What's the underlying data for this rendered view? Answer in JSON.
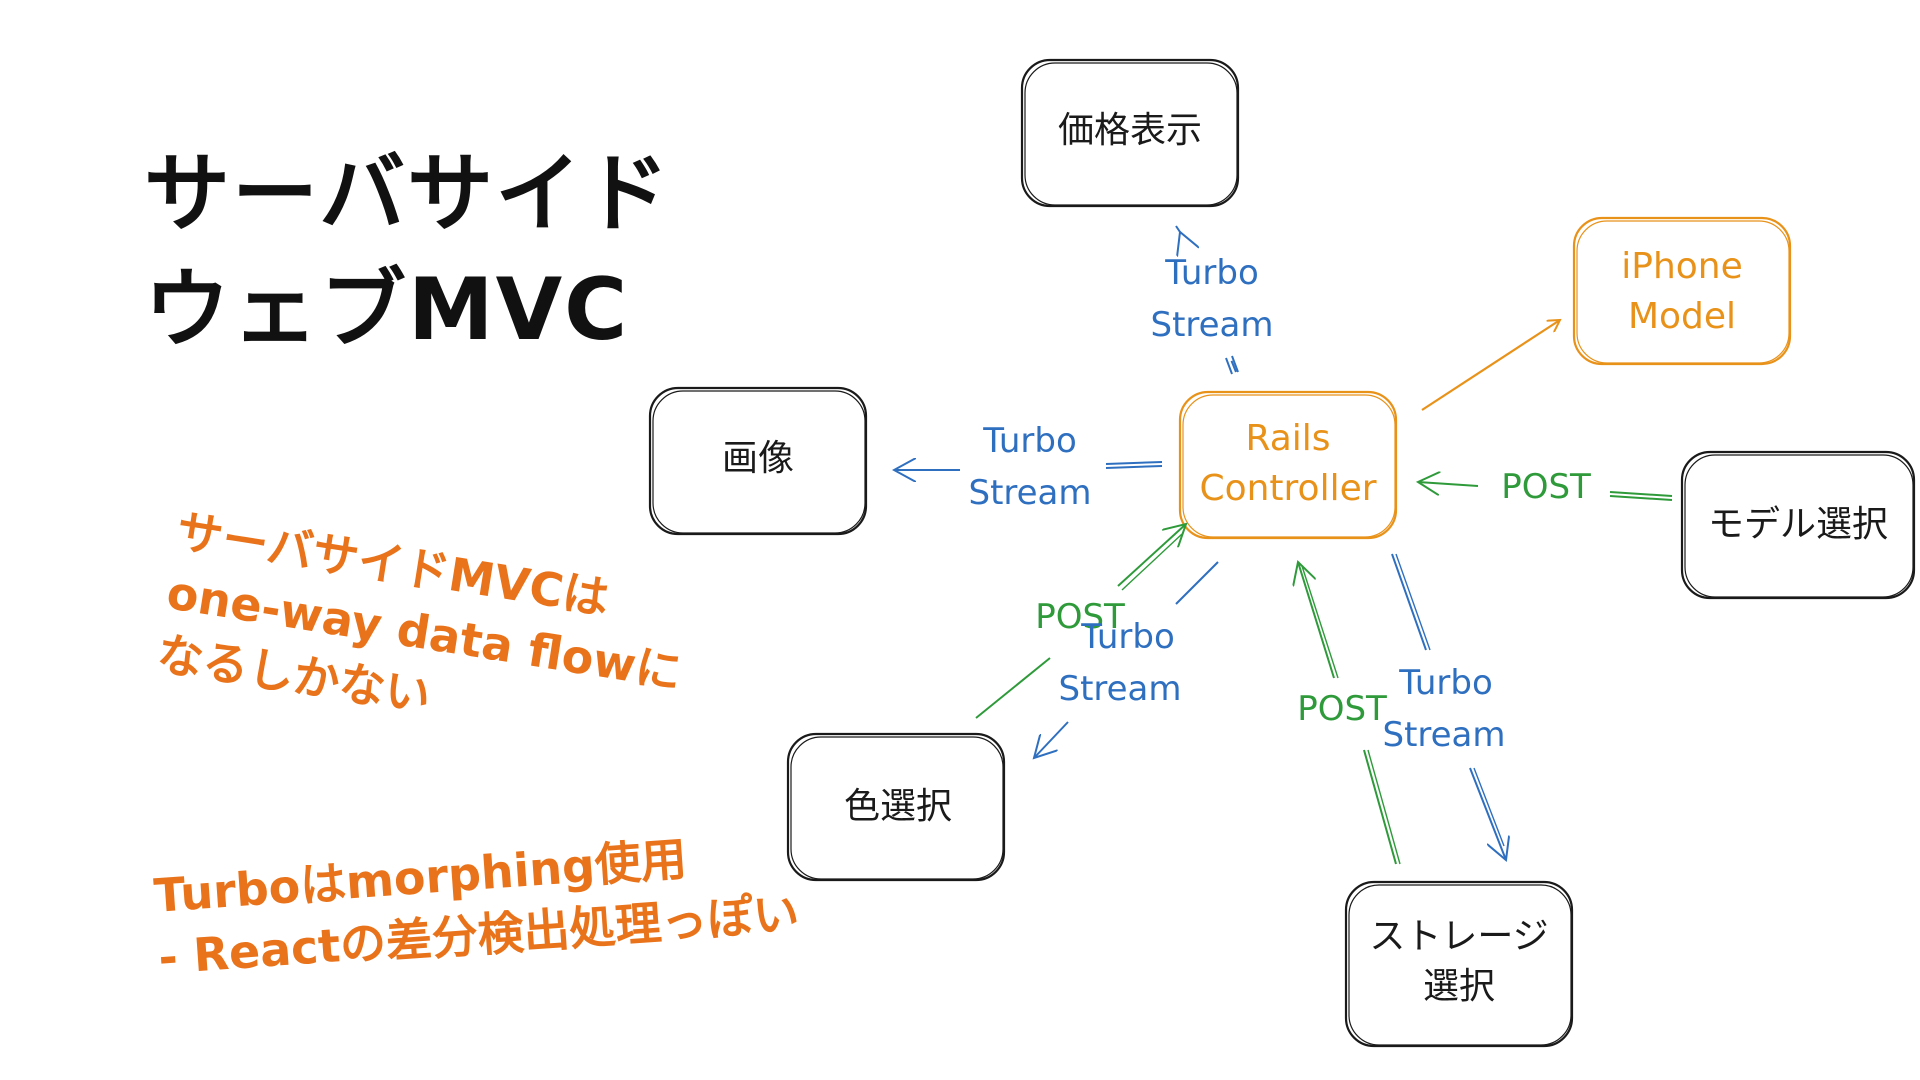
{
  "title": {
    "line1": "サーバサイド",
    "line2": "ウェブMVC"
  },
  "notes": {
    "note1": [
      "サーバサイドMVCは",
      "one-way data flowに",
      "なるしかない"
    ],
    "note2": [
      "Turboはmorphing使用",
      "- Reactの差分検出処理っぽい"
    ]
  },
  "nodes": {
    "price": "価格表示",
    "iphone": [
      "iPhone",
      "Model"
    ],
    "image": "画像",
    "rails": [
      "Rails",
      "Controller"
    ],
    "model_select": "モデル選択",
    "color_select": "色選択",
    "storage_select": [
      "ストレージ",
      "選択"
    ]
  },
  "labels": {
    "turbo": "Turbo",
    "stream": "Stream",
    "post": "POST"
  },
  "colors": {
    "orange": "#e8921a",
    "note_orange": "#e8731a",
    "blue": "#2f6fc0",
    "green": "#2e9a3a",
    "black": "#1a1a1a"
  }
}
